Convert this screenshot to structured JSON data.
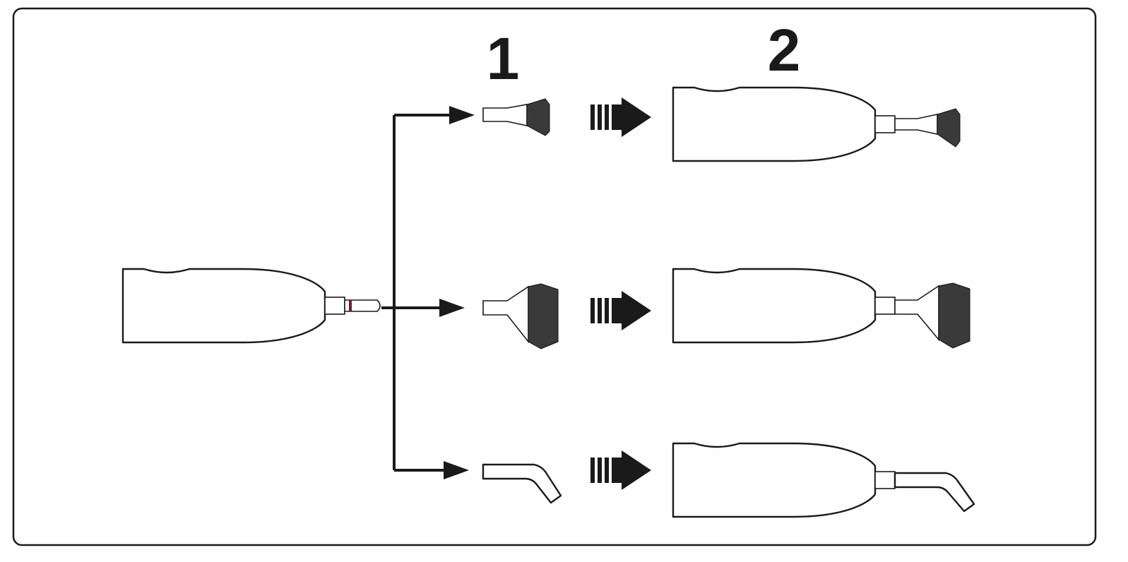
{
  "step_labels": [
    "1",
    "2"
  ],
  "colors": {
    "ink": "#1a1a1a",
    "bristle": "#3a3a3a",
    "background": "#ffffff"
  },
  "attachments": [
    "narrow-brush",
    "wide-brush",
    "angled-nozzle"
  ]
}
